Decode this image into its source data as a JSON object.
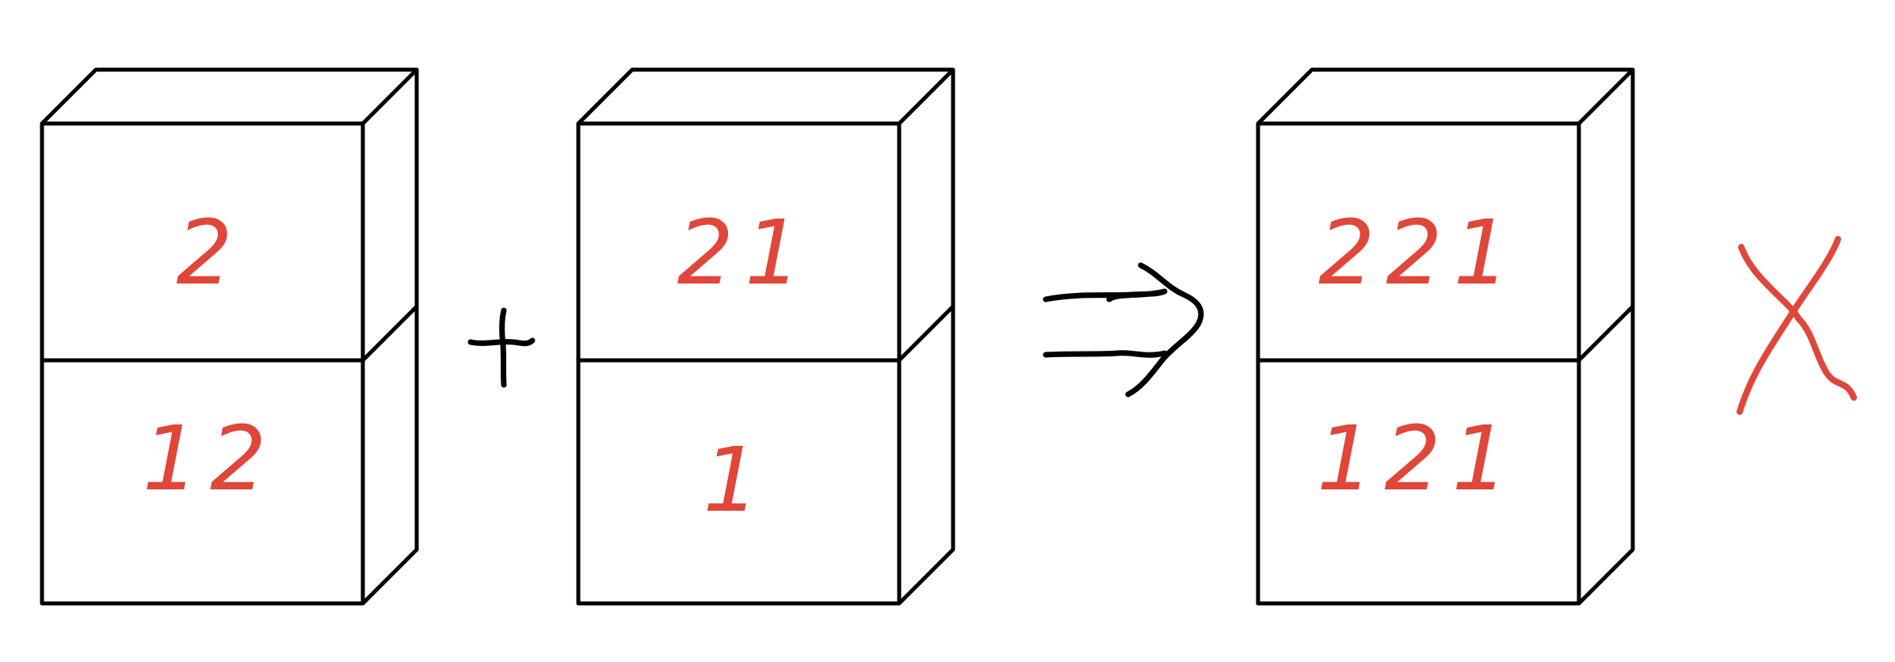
{
  "boxes": [
    {
      "top": "2",
      "bottom": "12"
    },
    {
      "top": "21",
      "bottom": "1"
    },
    {
      "top": "221",
      "bottom": "121"
    }
  ],
  "operators": {
    "plus": "+",
    "implies": "⇒",
    "cross": "X"
  },
  "colors": {
    "ink": "#000000",
    "digits": "#e0463a"
  }
}
